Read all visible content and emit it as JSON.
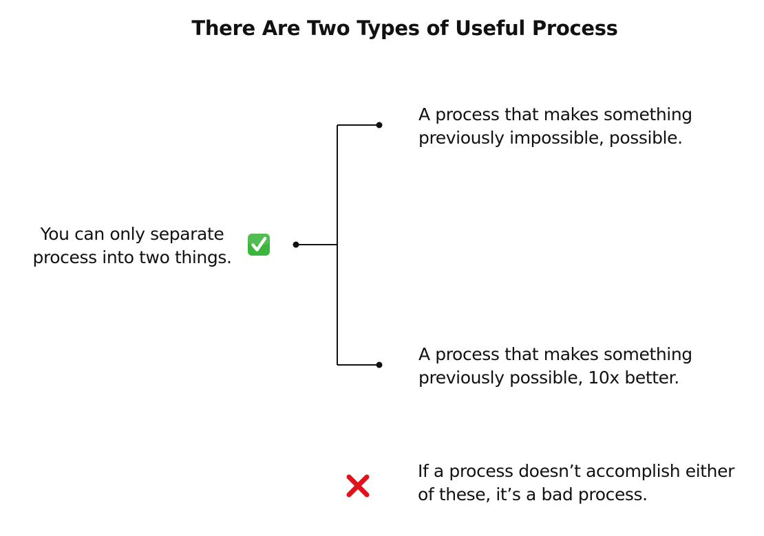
{
  "title": "There Are Two Types of Useful Process",
  "root": {
    "lines": [
      "You can only separate",
      "process into two things."
    ],
    "icon": "check-mark-button-icon",
    "icon_color": "#3bb53b"
  },
  "branches": [
    {
      "lines": [
        "A process that makes something",
        "previously impossible, possible."
      ]
    },
    {
      "lines": [
        "A process that makes something",
        "previously possible, 10x better."
      ]
    }
  ],
  "note": {
    "lines": [
      "If a process doesn’t accomplish either",
      "of these, it’s a bad process."
    ],
    "icon": "cross-mark-icon",
    "icon_color": "#e0121b"
  }
}
